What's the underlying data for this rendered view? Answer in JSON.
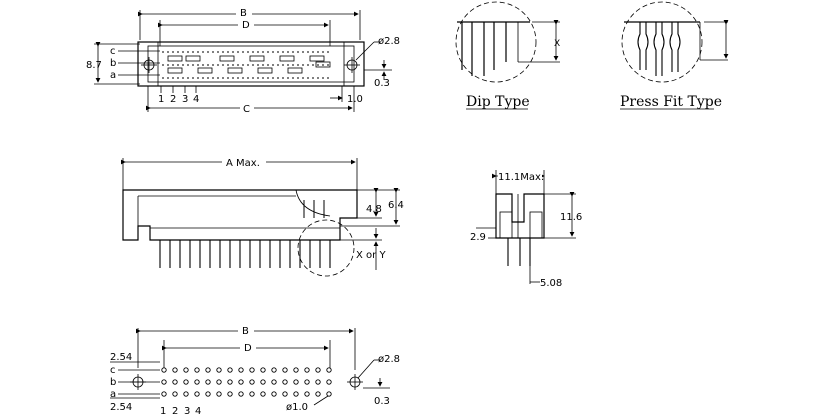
{
  "top_view": {
    "dim_b": "B",
    "dim_d": "D",
    "dim_c": "C",
    "dim_87": "8.7",
    "hole_dia": "ø2.8",
    "dim_03": "0.3",
    "dim_10": "1.0",
    "row_c": "c",
    "row_b": "b",
    "row_a": "a",
    "pins": [
      "1",
      "2",
      "3",
      "4"
    ]
  },
  "dip_type": {
    "label": "Dip Type",
    "dim_x": "X"
  },
  "press_fit_type": {
    "label": "Press Fit Type"
  },
  "side_view": {
    "dim_a": "A Max.",
    "dim_48": "4.8",
    "dim_64": "6.4",
    "x_or_y": "X or Y"
  },
  "end_view": {
    "dim_111": "11.1Max.",
    "dim_116": "11.6",
    "dim_29": "2.9",
    "dim_508": "5.08"
  },
  "bottom_view": {
    "dim_b": "B",
    "dim_d": "D",
    "dim_254_top": "2.54",
    "dim_254_bottom": "2.54",
    "hole_dia": "ø2.8",
    "dim_03": "0.3",
    "pin_dia": "ø1.0",
    "row_c": "c",
    "row_b": "b",
    "row_a": "a",
    "pins": [
      "1",
      "2",
      "3",
      "4"
    ]
  }
}
